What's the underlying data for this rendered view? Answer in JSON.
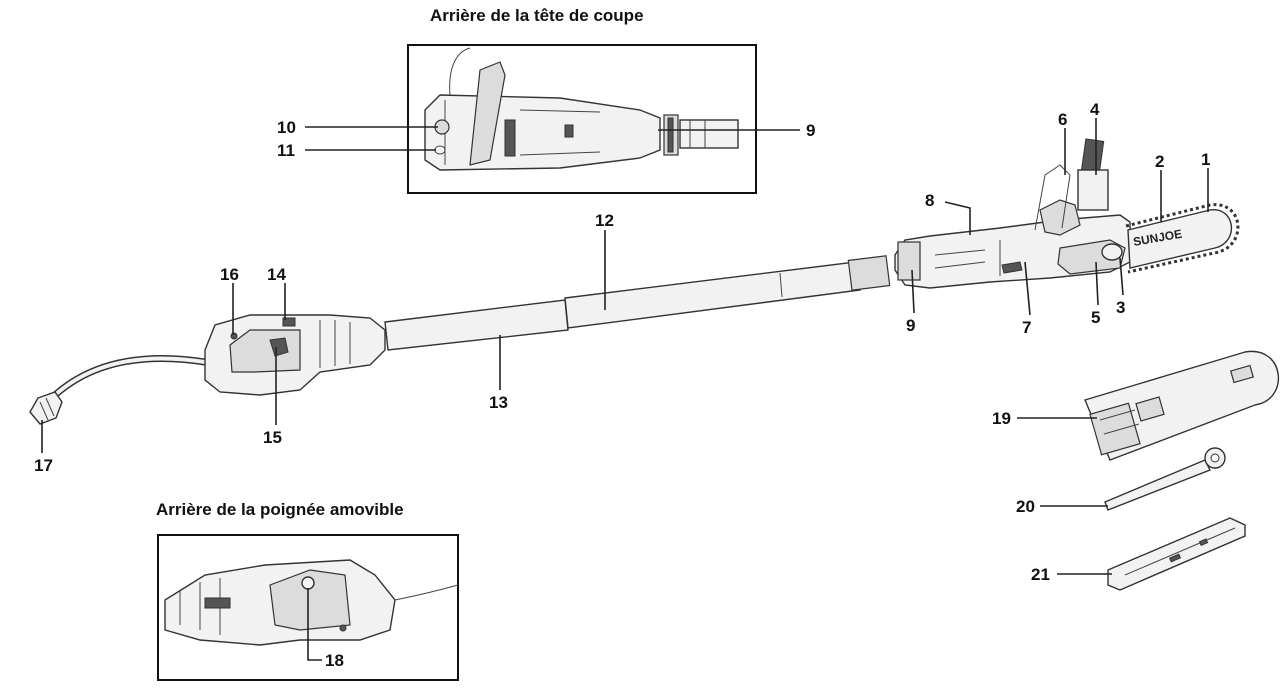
{
  "captions": {
    "cutting_head_rear": "Arrière de la tête de coupe",
    "removable_handle_rear": "Arrière de la poignée amovible"
  },
  "brand": "SUNJOE",
  "callouts": {
    "c1": "1",
    "c2": "2",
    "c3": "3",
    "c4": "4",
    "c5": "5",
    "c6": "6",
    "c7": "7",
    "c8": "8",
    "c9a": "9",
    "c9b": "9",
    "c10": "10",
    "c11": "11",
    "c12": "12",
    "c13": "13",
    "c14": "14",
    "c15": "15",
    "c16": "16",
    "c17": "17",
    "c18": "18",
    "c19": "19",
    "c20": "20",
    "c21": "21"
  }
}
